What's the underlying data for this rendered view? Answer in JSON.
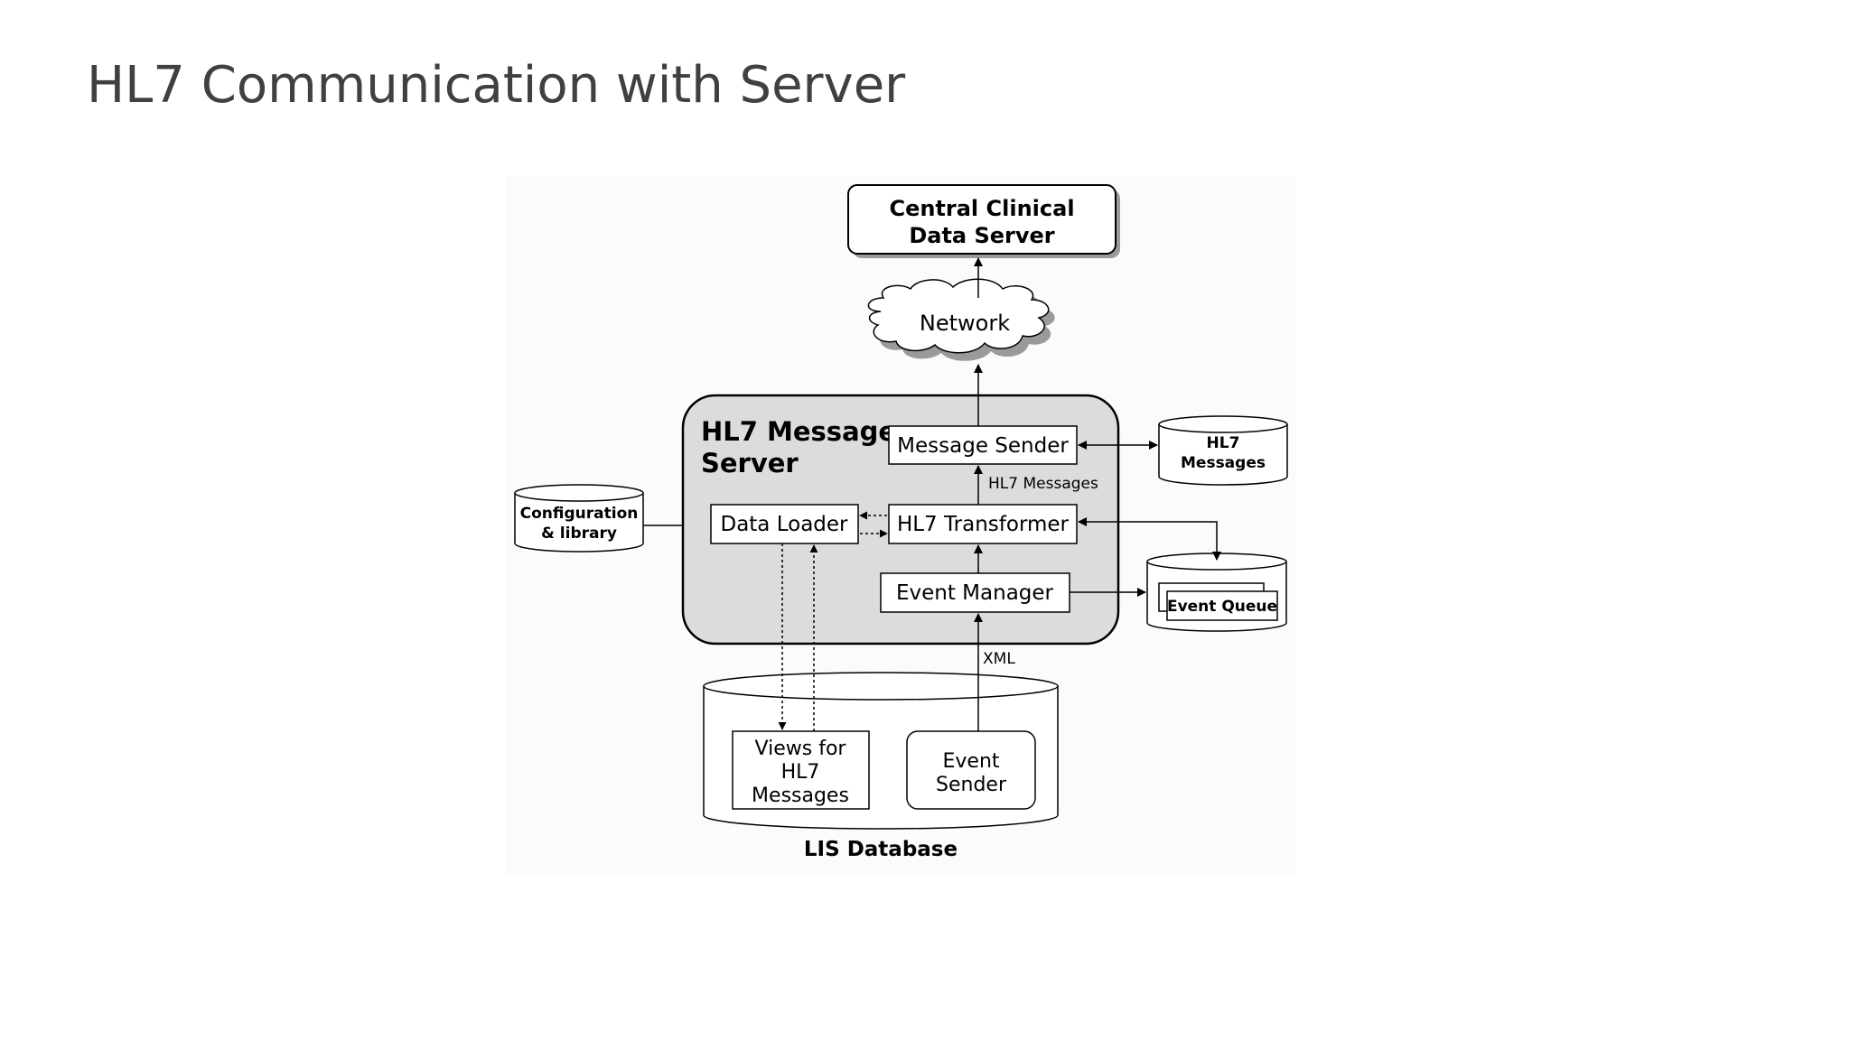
{
  "slide": {
    "title": "HL7 Communication with Server"
  },
  "diagram": {
    "central_server": {
      "line1": "Central Clinical",
      "line2": "Data Server"
    },
    "network": "Network",
    "message_server": {
      "line1": "HL7 Message",
      "line2": "Server"
    },
    "message_sender": "Message Sender",
    "hl7_messages_edge": "HL7 Messages",
    "hl7_transformer": "HL7 Transformer",
    "data_loader": "Data Loader",
    "event_manager": "Event Manager",
    "hl7_messages_store": {
      "line1": "HL7",
      "line2": "Messages"
    },
    "config_library": {
      "line1": "Configuration",
      "line2": "& library"
    },
    "event_queue": "Event Queue",
    "xml_edge": "XML",
    "views": {
      "line1": "Views for",
      "line2": "HL7",
      "line3": "Messages"
    },
    "event_sender": {
      "line1": "Event",
      "line2": "Sender"
    },
    "lis_database": "LIS Database"
  }
}
